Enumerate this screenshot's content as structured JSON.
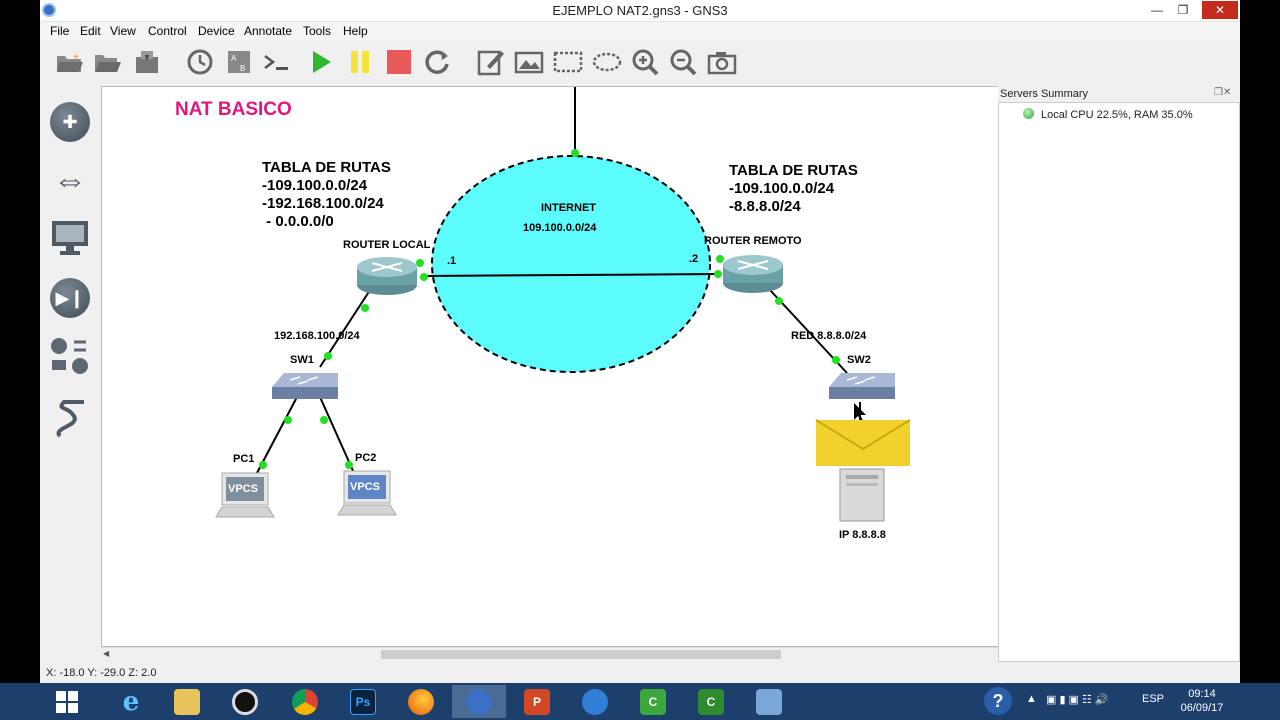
{
  "window": {
    "title": "EJEMPLO NAT2.gns3 - GNS3"
  },
  "menu": [
    "File",
    "Edit",
    "View",
    "Control",
    "Device",
    "Annotate",
    "Tools",
    "Help"
  ],
  "servers": {
    "title": "Servers Summary",
    "entry": "Local CPU 22.5%, RAM 35.0%"
  },
  "status": {
    "coords": "X: -18.0 Y: -29.0 Z: 2.0"
  },
  "canvas": {
    "title": "NAT BASICO",
    "title_color": "#e0187e",
    "internet": {
      "label": "INTERNET",
      "network": "109.100.0.0/24",
      "fill": "#5cfcfc"
    },
    "table_left": {
      "heading": "TABLA DE RUTAS",
      "routes": [
        "-109.100.0.0/24",
        "-192.168.100.0/24",
        " - 0.0.0.0/0"
      ]
    },
    "table_right": {
      "heading": "TABLA DE RUTAS",
      "routes": [
        "-109.100.0.0/24",
        "-8.8.8.0/24"
      ]
    },
    "router_local": "ROUTER LOCAL",
    "router_remoto": "ROUTER REMOTO",
    "iface_left": ".1",
    "iface_right": ".2",
    "net_left": "192.168.100.0/24",
    "net_right": "RED 8.8.8.0/24",
    "sw1": "SW1",
    "sw2": "SW2",
    "pc1": "PC1",
    "pc2": "PC2",
    "vpcs": "VPCS",
    "server_ip": "IP 8.8.8.8"
  },
  "taskbar": {
    "lang": "ESP",
    "time": "09:14",
    "date": "06/09/17"
  },
  "colors": {
    "link_dot": "#22e022",
    "taskbar": "#1d3f6b"
  }
}
